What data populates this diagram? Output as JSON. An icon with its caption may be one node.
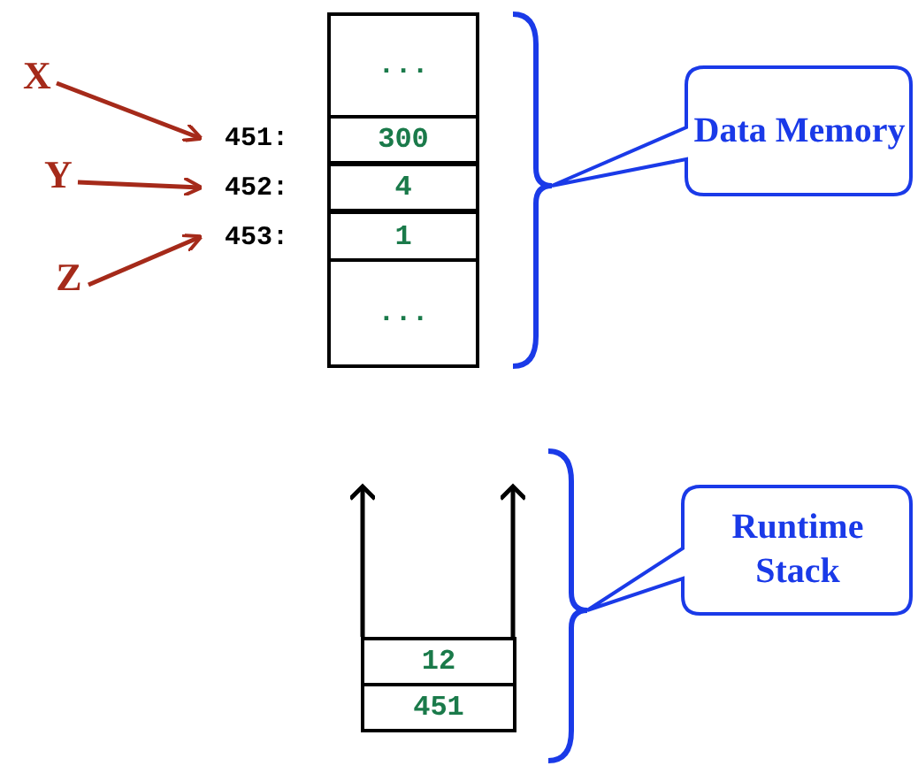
{
  "diagram": {
    "nodes": [
      {
        "text": [
          "..."
        ]
      },
      {
        "text": [
          "300"
        ]
      },
      {
        "text": [
          "4"
        ]
      },
      {
        "text": [
          "1"
        ]
      },
      {
        "text": [
          "..."
        ]
      },
      {
        "text": [
          "X"
        ]
      },
      {
        "text": [
          "Y"
        ]
      },
      {
        "text": [
          "Z"
        ]
      },
      {
        "text": [
          "451:"
        ]
      },
      {
        "text": [
          "452:"
        ]
      },
      {
        "text": [
          "453:"
        ]
      },
      {
        "text": [
          "Data Memory"
        ]
      },
      {
        "text": [
          "12"
        ]
      },
      {
        "text": [
          "451"
        ]
      },
      {
        "text": [
          "Runtime Stack"
        ]
      }
    ],
    "edges": [
      {
        "from": 5,
        "to": 8,
        "arrow": "to"
      },
      {
        "from": 6,
        "to": 9,
        "arrow": "to"
      },
      {
        "from": 7,
        "to": 10,
        "arrow": "to"
      }
    ]
  }
}
